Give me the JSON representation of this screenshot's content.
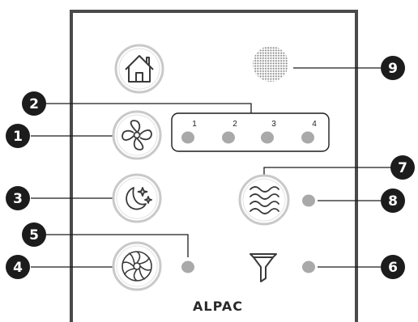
{
  "panel": {
    "brand": "ALPAC",
    "speed_levels": [
      "1",
      "2",
      "3",
      "4"
    ]
  },
  "buttons": {
    "home": {
      "icon": "house-icon"
    },
    "fan_speed": {
      "icon": "fan-icon"
    },
    "sleep": {
      "icon": "moon-stars-icon"
    },
    "turbo": {
      "icon": "turbine-fan-icon"
    },
    "ionizer": {
      "icon": "waves-icon"
    },
    "filter": {
      "icon": "funnel-icon"
    },
    "sensor": {
      "icon": "dotted-sensor-icon"
    }
  },
  "callouts": [
    "1",
    "2",
    "3",
    "4",
    "5",
    "6",
    "7",
    "8",
    "9"
  ],
  "colors": {
    "panel_border": "#4a4a4a",
    "button_ring": "#c9c9c9",
    "indicator": "#a9a9a9",
    "callout": "#1c1c1c"
  }
}
